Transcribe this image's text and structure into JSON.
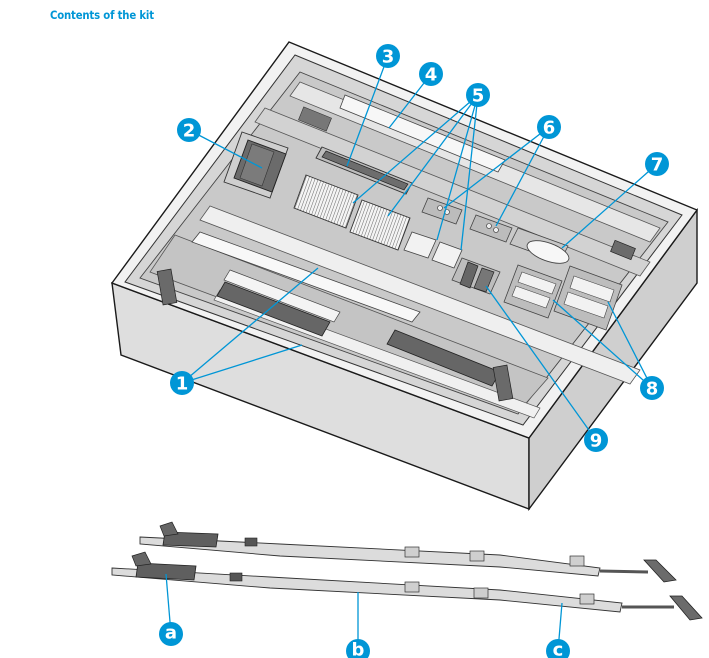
{
  "heading": "Contents of the kit",
  "colors": {
    "accent": "#0096d6",
    "outline": "#1a1a1a",
    "box_top": "#f0f0f0",
    "box_side_left": "#dcdcdc",
    "box_side_right": "#d0d0d0",
    "inner_gray": "#c8c8c8",
    "part_dark": "#6e6e6e",
    "part_light": "#f7f7f7"
  },
  "callouts": [
    {
      "label": "1",
      "item": "part-1"
    },
    {
      "label": "2",
      "item": "part-2"
    },
    {
      "label": "3",
      "item": "part-3"
    },
    {
      "label": "4",
      "item": "part-4"
    },
    {
      "label": "5",
      "item": "part-5"
    },
    {
      "label": "6",
      "item": "part-6"
    },
    {
      "label": "7",
      "item": "part-7"
    },
    {
      "label": "8",
      "item": "part-8"
    },
    {
      "label": "9",
      "item": "part-9"
    },
    {
      "label": "a",
      "item": "rail-part-a"
    },
    {
      "label": "b",
      "item": "rail-part-b"
    },
    {
      "label": "c",
      "item": "rail-part-c"
    }
  ]
}
